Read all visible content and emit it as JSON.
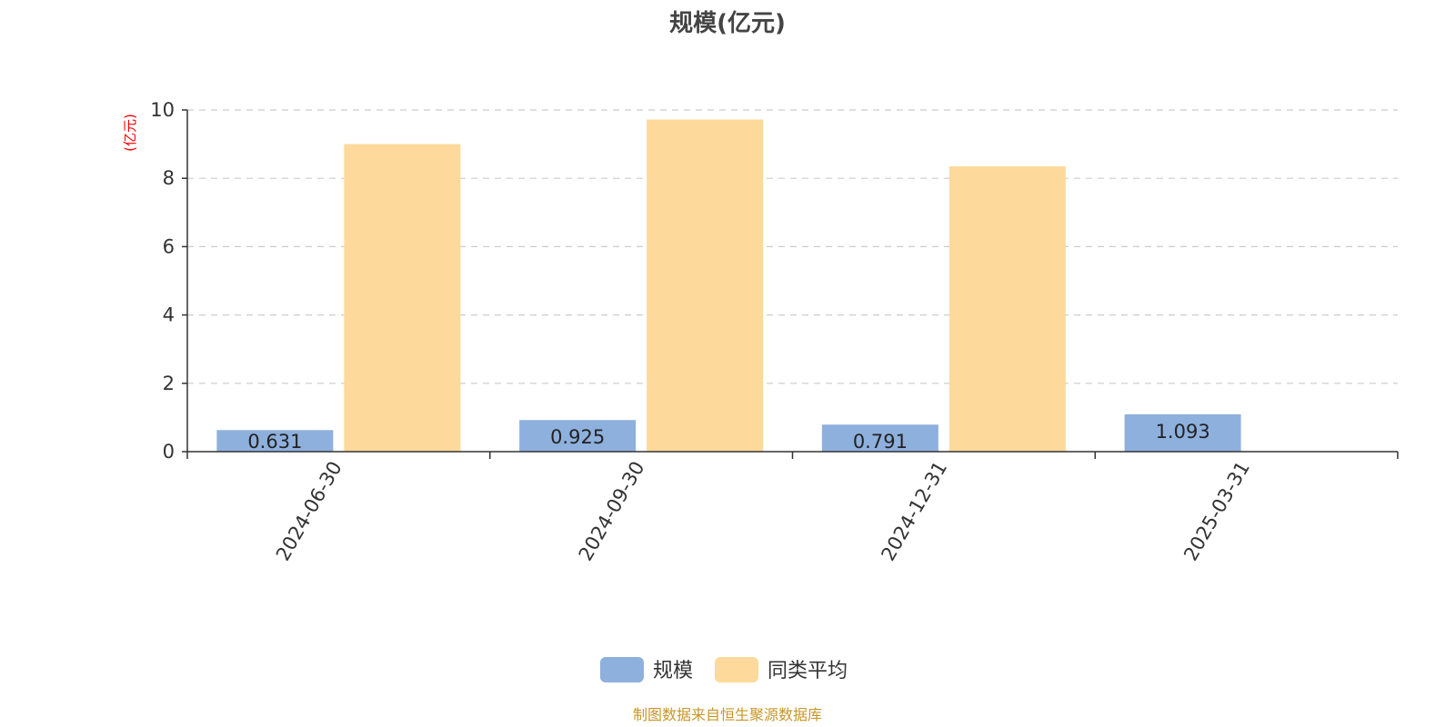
{
  "chart_data": {
    "type": "bar",
    "title": "规模(亿元)",
    "unit_label": "(亿元)",
    "categories": [
      "2024-06-30",
      "2024-09-30",
      "2024-12-31",
      "2025-03-31"
    ],
    "series": [
      {
        "name": "规模",
        "values": [
          0.631,
          0.925,
          0.791,
          1.093
        ],
        "color": "#8eb0dd",
        "data_labels": [
          "0.631",
          "0.925",
          "0.791",
          "1.093"
        ]
      },
      {
        "name": "同类平均",
        "values": [
          9.0,
          9.72,
          8.35,
          null
        ],
        "color": "#fdd99b"
      }
    ],
    "ylim": [
      0,
      10
    ],
    "yticks": [
      0,
      2,
      4,
      6,
      8,
      10
    ],
    "grid": true,
    "legend_position": "bottom",
    "source": "制图数据来自恒生聚源数据库"
  }
}
